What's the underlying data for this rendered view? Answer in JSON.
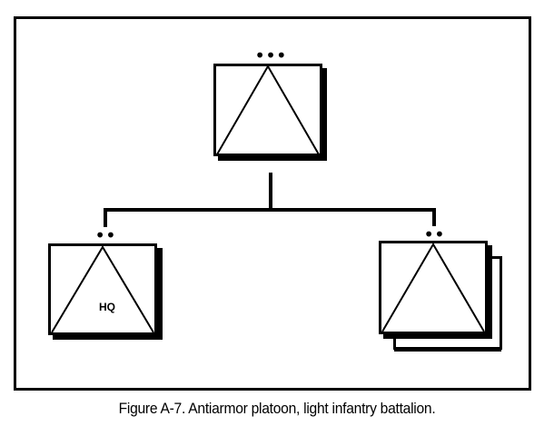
{
  "colors": {
    "ink": "#000000",
    "background": "#ffffff"
  },
  "figure": {
    "caption": "Figure A-7.  Antiarmor platoon, light infantry battalion."
  },
  "units": {
    "platoon": {
      "echelon_marker": "•••",
      "symbol": "infantry-antiarmor",
      "label": ""
    },
    "headquarters_section": {
      "echelon_marker": "••",
      "symbol": "infantry-antiarmor",
      "label": "HQ"
    },
    "antiarmor_sections": {
      "echelon_marker": "••",
      "symbol": "infantry-antiarmor",
      "label": "",
      "stacked": true
    }
  }
}
